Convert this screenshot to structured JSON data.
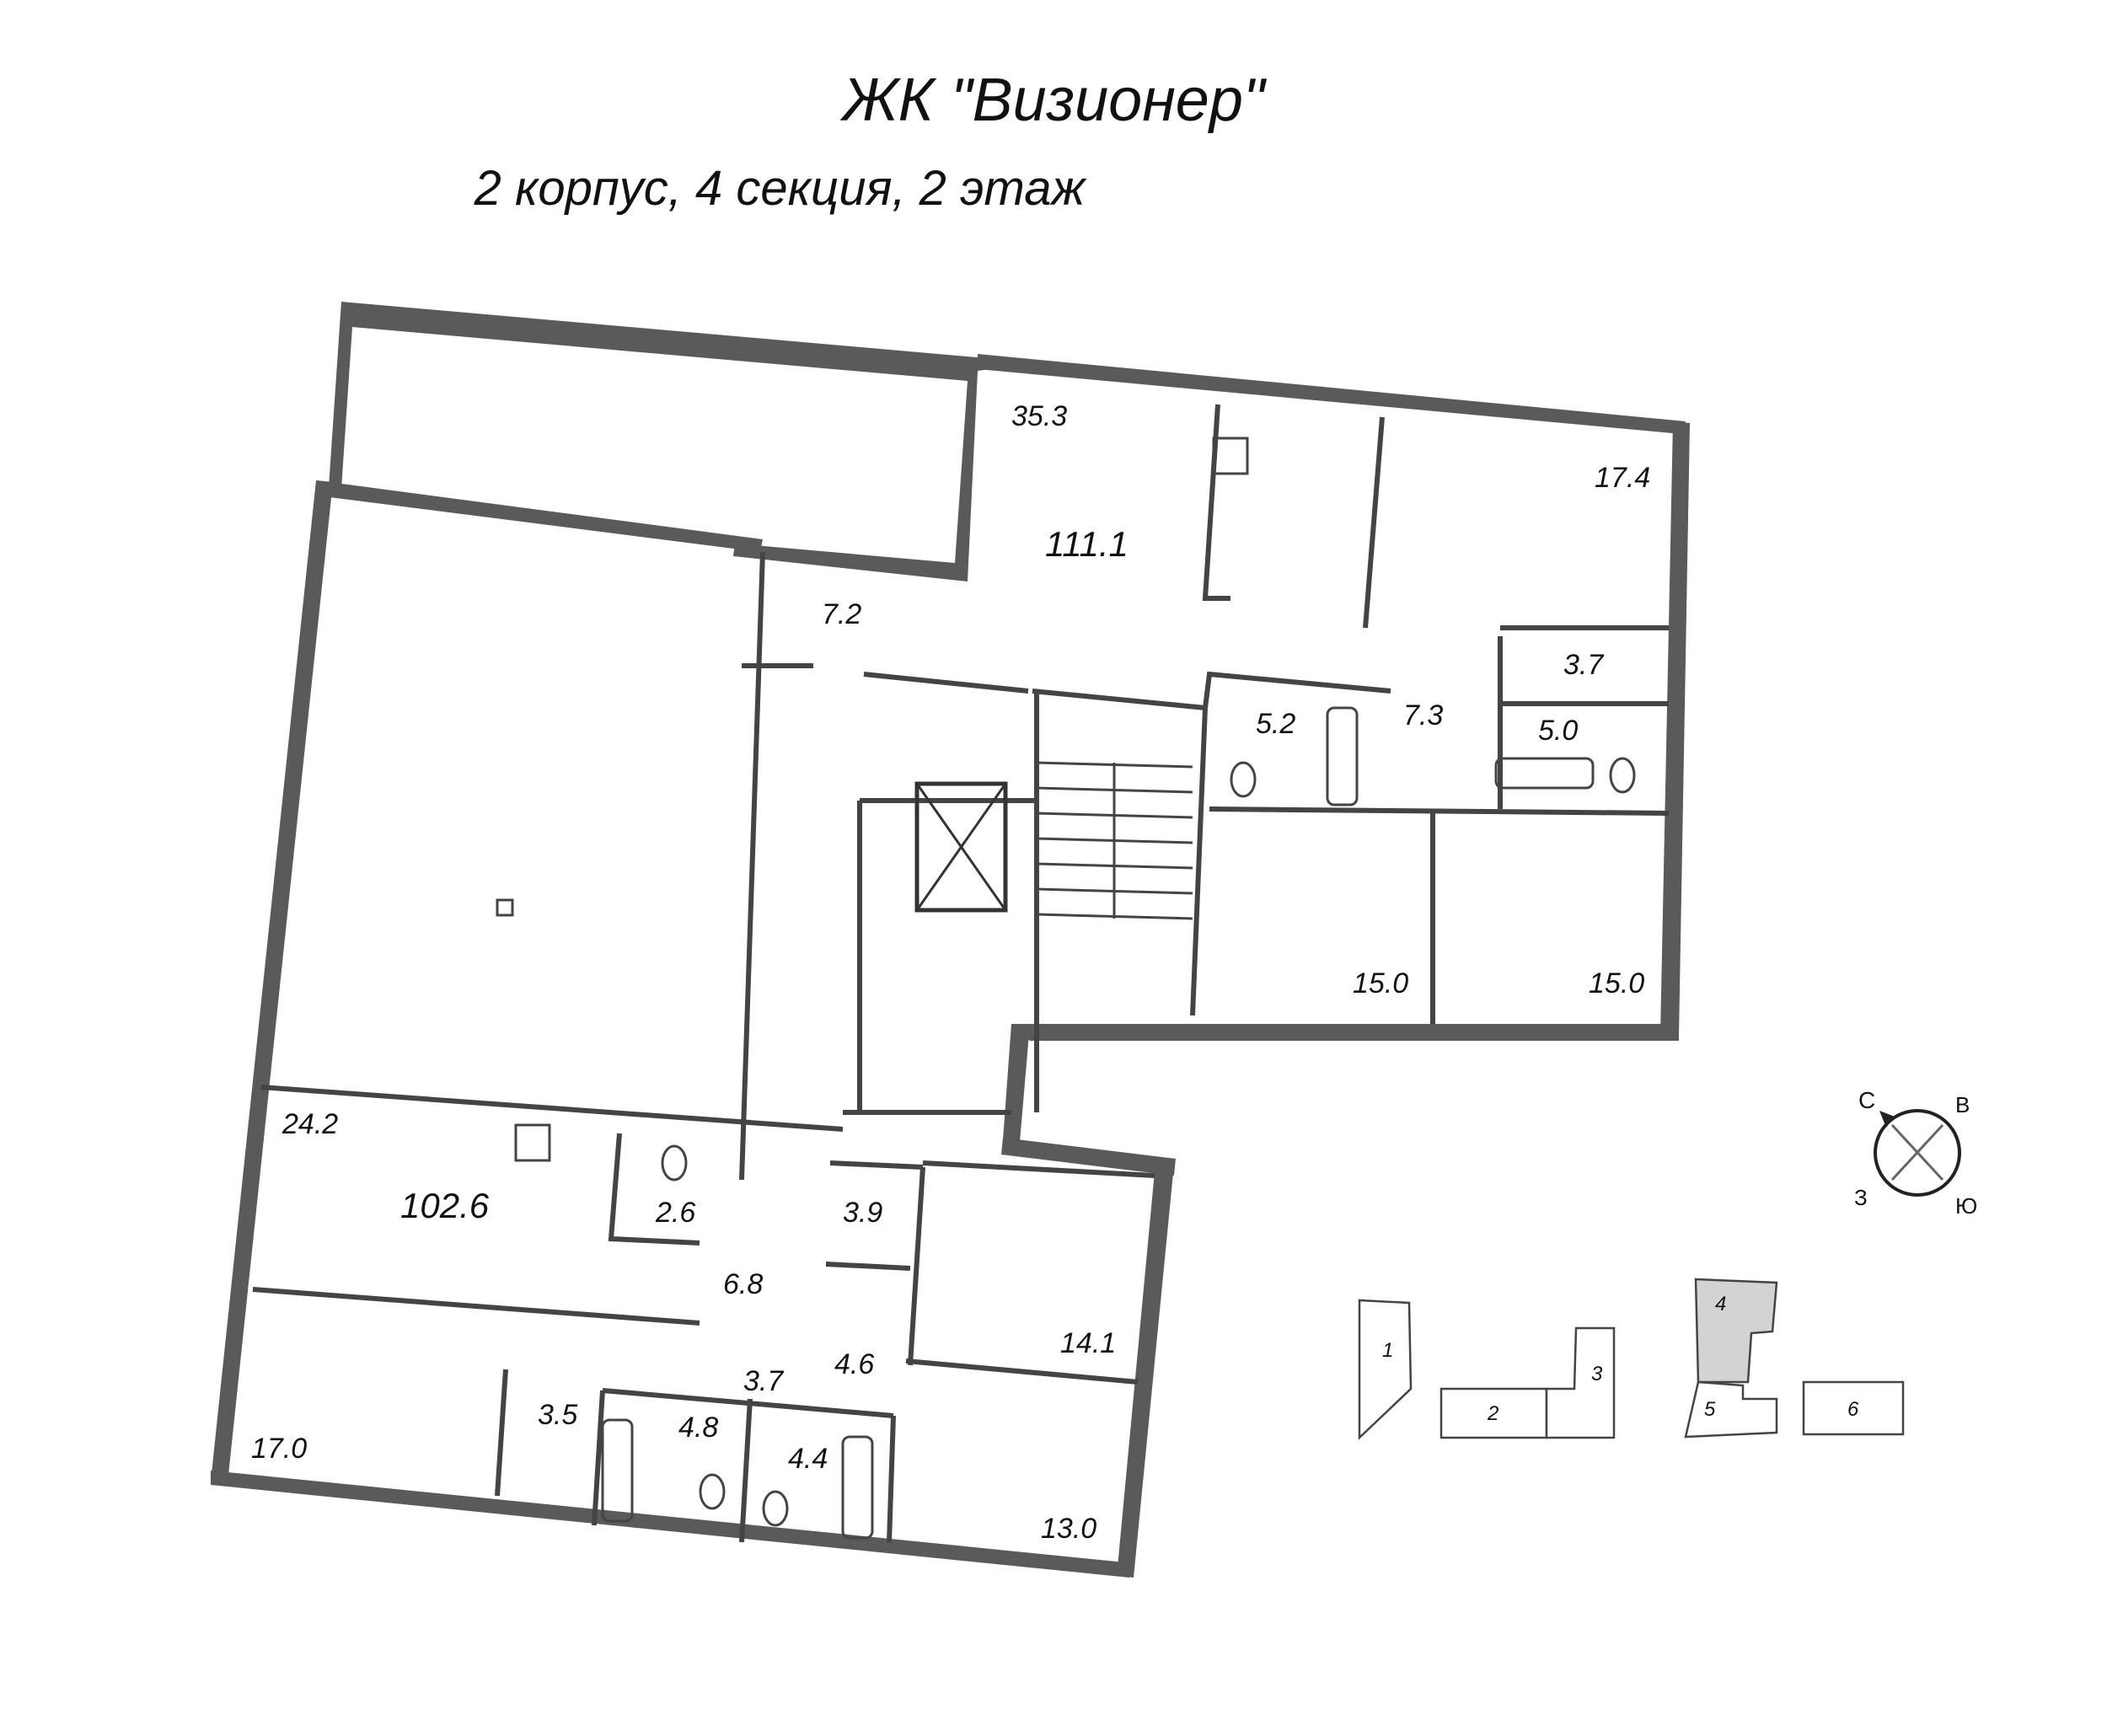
{
  "title": "ЖК \"Визионер\"",
  "subtitle": "2 корпус, 4 секция, 2 этаж",
  "rooms": [
    {
      "id": "r-35-3",
      "label": "35.3"
    },
    {
      "id": "r-111-1",
      "label": "111.1"
    },
    {
      "id": "r-17-4",
      "label": "17.4"
    },
    {
      "id": "r-7-2",
      "label": "7.2"
    },
    {
      "id": "r-3-7a",
      "label": "3.7"
    },
    {
      "id": "r-5-2",
      "label": "5.2"
    },
    {
      "id": "r-7-3",
      "label": "7.3"
    },
    {
      "id": "r-5-0",
      "label": "5.0"
    },
    {
      "id": "r-15-0a",
      "label": "15.0"
    },
    {
      "id": "r-15-0b",
      "label": "15.0"
    },
    {
      "id": "r-24-2",
      "label": "24.2"
    },
    {
      "id": "r-102-6",
      "label": "102.6"
    },
    {
      "id": "r-2-6",
      "label": "2.6"
    },
    {
      "id": "r-3-9",
      "label": "3.9"
    },
    {
      "id": "r-6-8",
      "label": "6.8"
    },
    {
      "id": "r-14-1",
      "label": "14.1"
    },
    {
      "id": "r-3-7b",
      "label": "3.7"
    },
    {
      "id": "r-4-6",
      "label": "4.6"
    },
    {
      "id": "r-17-0",
      "label": "17.0"
    },
    {
      "id": "r-3-5",
      "label": "3.5"
    },
    {
      "id": "r-4-8",
      "label": "4.8"
    },
    {
      "id": "r-4-4",
      "label": "4.4"
    },
    {
      "id": "r-13-0",
      "label": "13.0"
    }
  ],
  "compass": {
    "n": "С",
    "e": "В",
    "w": "З",
    "s": "Ю"
  },
  "site_sections": [
    {
      "id": "s1",
      "label": "1"
    },
    {
      "id": "s2",
      "label": "2"
    },
    {
      "id": "s3",
      "label": "3"
    },
    {
      "id": "s4",
      "label": "4",
      "highlighted": true
    },
    {
      "id": "s5",
      "label": "5"
    },
    {
      "id": "s6",
      "label": "6"
    }
  ],
  "colors": {
    "wall": "#5a5a5a",
    "highlight": "#d3d3d3"
  }
}
